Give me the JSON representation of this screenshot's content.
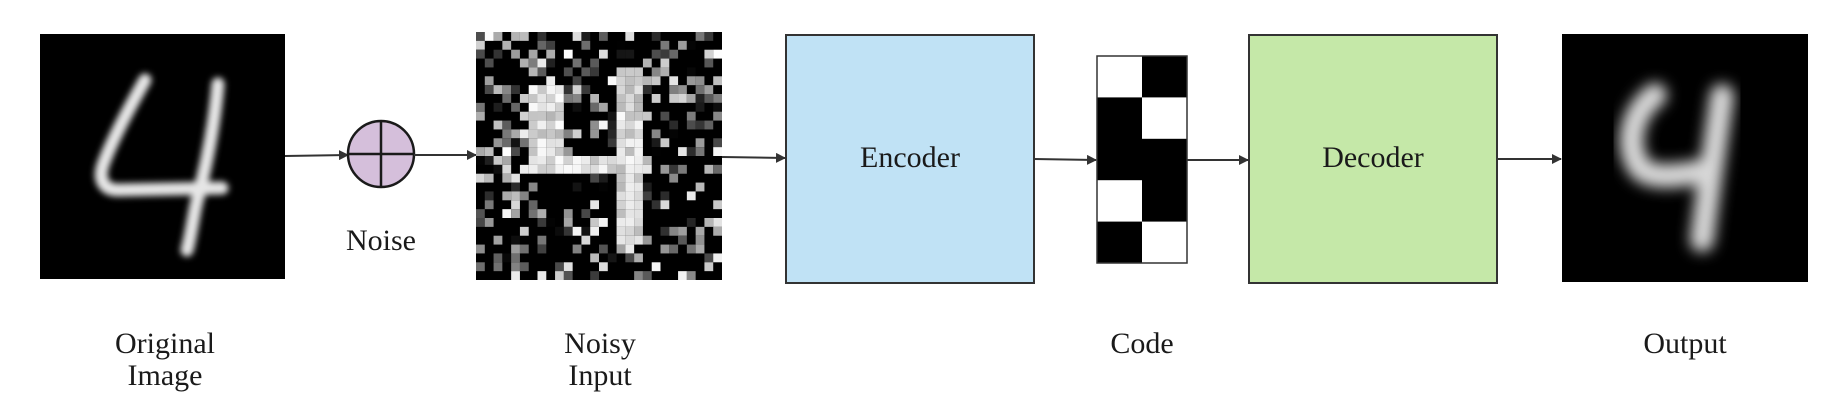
{
  "labels": {
    "original_line1": "Original",
    "original_line2": "Image",
    "noise": "Noise",
    "noisy_line1": "Noisy",
    "noisy_line2": "Input",
    "encoder": "Encoder",
    "code": "Code",
    "decoder": "Decoder",
    "output": "Output"
  },
  "colors": {
    "encoder_fill": "#c0e2f5",
    "decoder_fill": "#c5e8a8",
    "noise_fill": "#d5bfdb",
    "image_bg": "#000000",
    "arrow": "#333333"
  },
  "code_cells": [
    [
      0,
      1
    ],
    [
      1,
      0
    ],
    [
      1,
      1
    ],
    [
      0,
      1
    ],
    [
      1,
      0
    ]
  ],
  "icons": {
    "noise_node": "circled-plus-icon",
    "digit_original": "digit-4-image",
    "digit_noisy": "noisy-digit-4-image",
    "digit_output": "blurred-digit-4-image"
  }
}
